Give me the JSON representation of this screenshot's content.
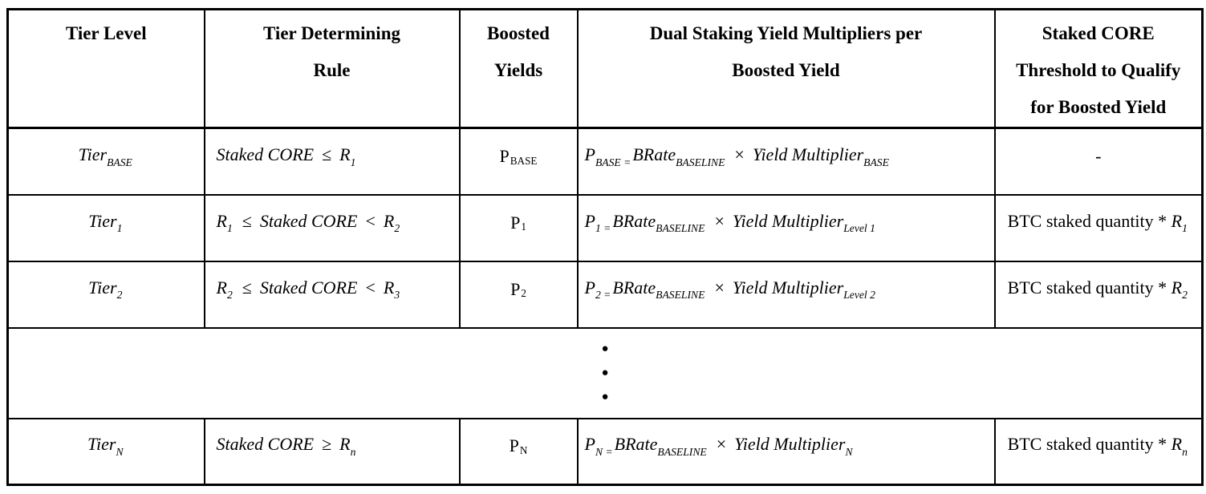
{
  "colors": {
    "text": "#000000",
    "border": "#000000",
    "background": "#ffffff"
  },
  "table": {
    "headers": [
      "Tier Level",
      "Tier Determining\nRule",
      "Boosted\nYields",
      "Dual Staking Yield Multipliers per\nBoosted Yield",
      "Staked CORE\nThreshold to Qualify\nfor Boosted Yield"
    ],
    "ellipsis": [
      "●",
      "●",
      "●"
    ],
    "rows": [
      {
        "tier": [
          {
            "t": "Tier",
            "s": "i"
          },
          {
            "t": "BASE",
            "s": "si"
          }
        ],
        "rule": [
          {
            "t": "Staked CORE",
            "s": "i"
          },
          {
            "t": "≤",
            "s": "o"
          },
          {
            "t": "R",
            "s": "i"
          },
          {
            "t": "1",
            "s": "si"
          }
        ],
        "boosted": [
          {
            "t": "P",
            "s": "r"
          },
          {
            "t": "BASE",
            "s": "sr"
          }
        ],
        "formula": [
          {
            "t": "P",
            "s": "i"
          },
          {
            "t": "BASE =",
            "s": "si"
          },
          {
            "t": "BRate",
            "s": "i"
          },
          {
            "t": "BASELINE",
            "s": "si"
          },
          {
            "t": "×",
            "s": "o"
          },
          {
            "t": "Yield Multiplier",
            "s": "i"
          },
          {
            "t": "BASE",
            "s": "si"
          }
        ],
        "threshold": [
          {
            "t": "-",
            "s": "r"
          }
        ]
      },
      {
        "tier": [
          {
            "t": "Tier",
            "s": "i"
          },
          {
            "t": "1",
            "s": "si"
          }
        ],
        "rule": [
          {
            "t": "R",
            "s": "i"
          },
          {
            "t": "1",
            "s": "si"
          },
          {
            "t": "≤",
            "s": "o"
          },
          {
            "t": "Staked CORE",
            "s": "i"
          },
          {
            "t": "<",
            "s": "o"
          },
          {
            "t": "R",
            "s": "i"
          },
          {
            "t": "2",
            "s": "si"
          }
        ],
        "boosted": [
          {
            "t": "P",
            "s": "r"
          },
          {
            "t": "1",
            "s": "sr"
          }
        ],
        "formula": [
          {
            "t": "P",
            "s": "i"
          },
          {
            "t": "1 =",
            "s": "si"
          },
          {
            "t": "BRate",
            "s": "i"
          },
          {
            "t": "BASELINE",
            "s": "si"
          },
          {
            "t": "×",
            "s": "o"
          },
          {
            "t": "Yield Multiplier",
            "s": "i"
          },
          {
            "t": "Level 1",
            "s": "si"
          }
        ],
        "threshold": [
          {
            "t": "BTC staked quantity * ",
            "s": "r"
          },
          {
            "t": "R",
            "s": "i"
          },
          {
            "t": "1",
            "s": "si"
          }
        ]
      },
      {
        "tier": [
          {
            "t": "Tier",
            "s": "i"
          },
          {
            "t": "2",
            "s": "si"
          }
        ],
        "rule": [
          {
            "t": "R",
            "s": "i"
          },
          {
            "t": "2",
            "s": "si"
          },
          {
            "t": "≤",
            "s": "o"
          },
          {
            "t": "Staked CORE",
            "s": "i"
          },
          {
            "t": "<",
            "s": "o"
          },
          {
            "t": "R",
            "s": "i"
          },
          {
            "t": "3",
            "s": "si"
          }
        ],
        "boosted": [
          {
            "t": "P",
            "s": "r"
          },
          {
            "t": "2",
            "s": "sr"
          }
        ],
        "formula": [
          {
            "t": "P",
            "s": "i"
          },
          {
            "t": "2 =",
            "s": "si"
          },
          {
            "t": "BRate",
            "s": "i"
          },
          {
            "t": "BASELINE",
            "s": "si"
          },
          {
            "t": "×",
            "s": "o"
          },
          {
            "t": "Yield Multiplier",
            "s": "i"
          },
          {
            "t": "Level 2",
            "s": "si"
          }
        ],
        "threshold": [
          {
            "t": "BTC staked quantity * ",
            "s": "r"
          },
          {
            "t": "R",
            "s": "i"
          },
          {
            "t": "2",
            "s": "si"
          }
        ]
      },
      {
        "tier": [
          {
            "t": "Tier",
            "s": "i"
          },
          {
            "t": "N",
            "s": "si"
          }
        ],
        "rule": [
          {
            "t": "Staked CORE",
            "s": "i"
          },
          {
            "t": "≥",
            "s": "o"
          },
          {
            "t": "R",
            "s": "i"
          },
          {
            "t": "n",
            "s": "si"
          }
        ],
        "boosted": [
          {
            "t": "P",
            "s": "r"
          },
          {
            "t": "N",
            "s": "sr"
          }
        ],
        "formula": [
          {
            "t": "P",
            "s": "i"
          },
          {
            "t": "N =",
            "s": "si"
          },
          {
            "t": "BRate",
            "s": "i"
          },
          {
            "t": "BASELINE",
            "s": "si"
          },
          {
            "t": "×",
            "s": "o"
          },
          {
            "t": "Yield Multiplier",
            "s": "i"
          },
          {
            "t": "N",
            "s": "si"
          }
        ],
        "threshold": [
          {
            "t": "BTC staked quantity * ",
            "s": "r"
          },
          {
            "t": "R",
            "s": "i"
          },
          {
            "t": "n",
            "s": "si"
          }
        ]
      }
    ]
  }
}
